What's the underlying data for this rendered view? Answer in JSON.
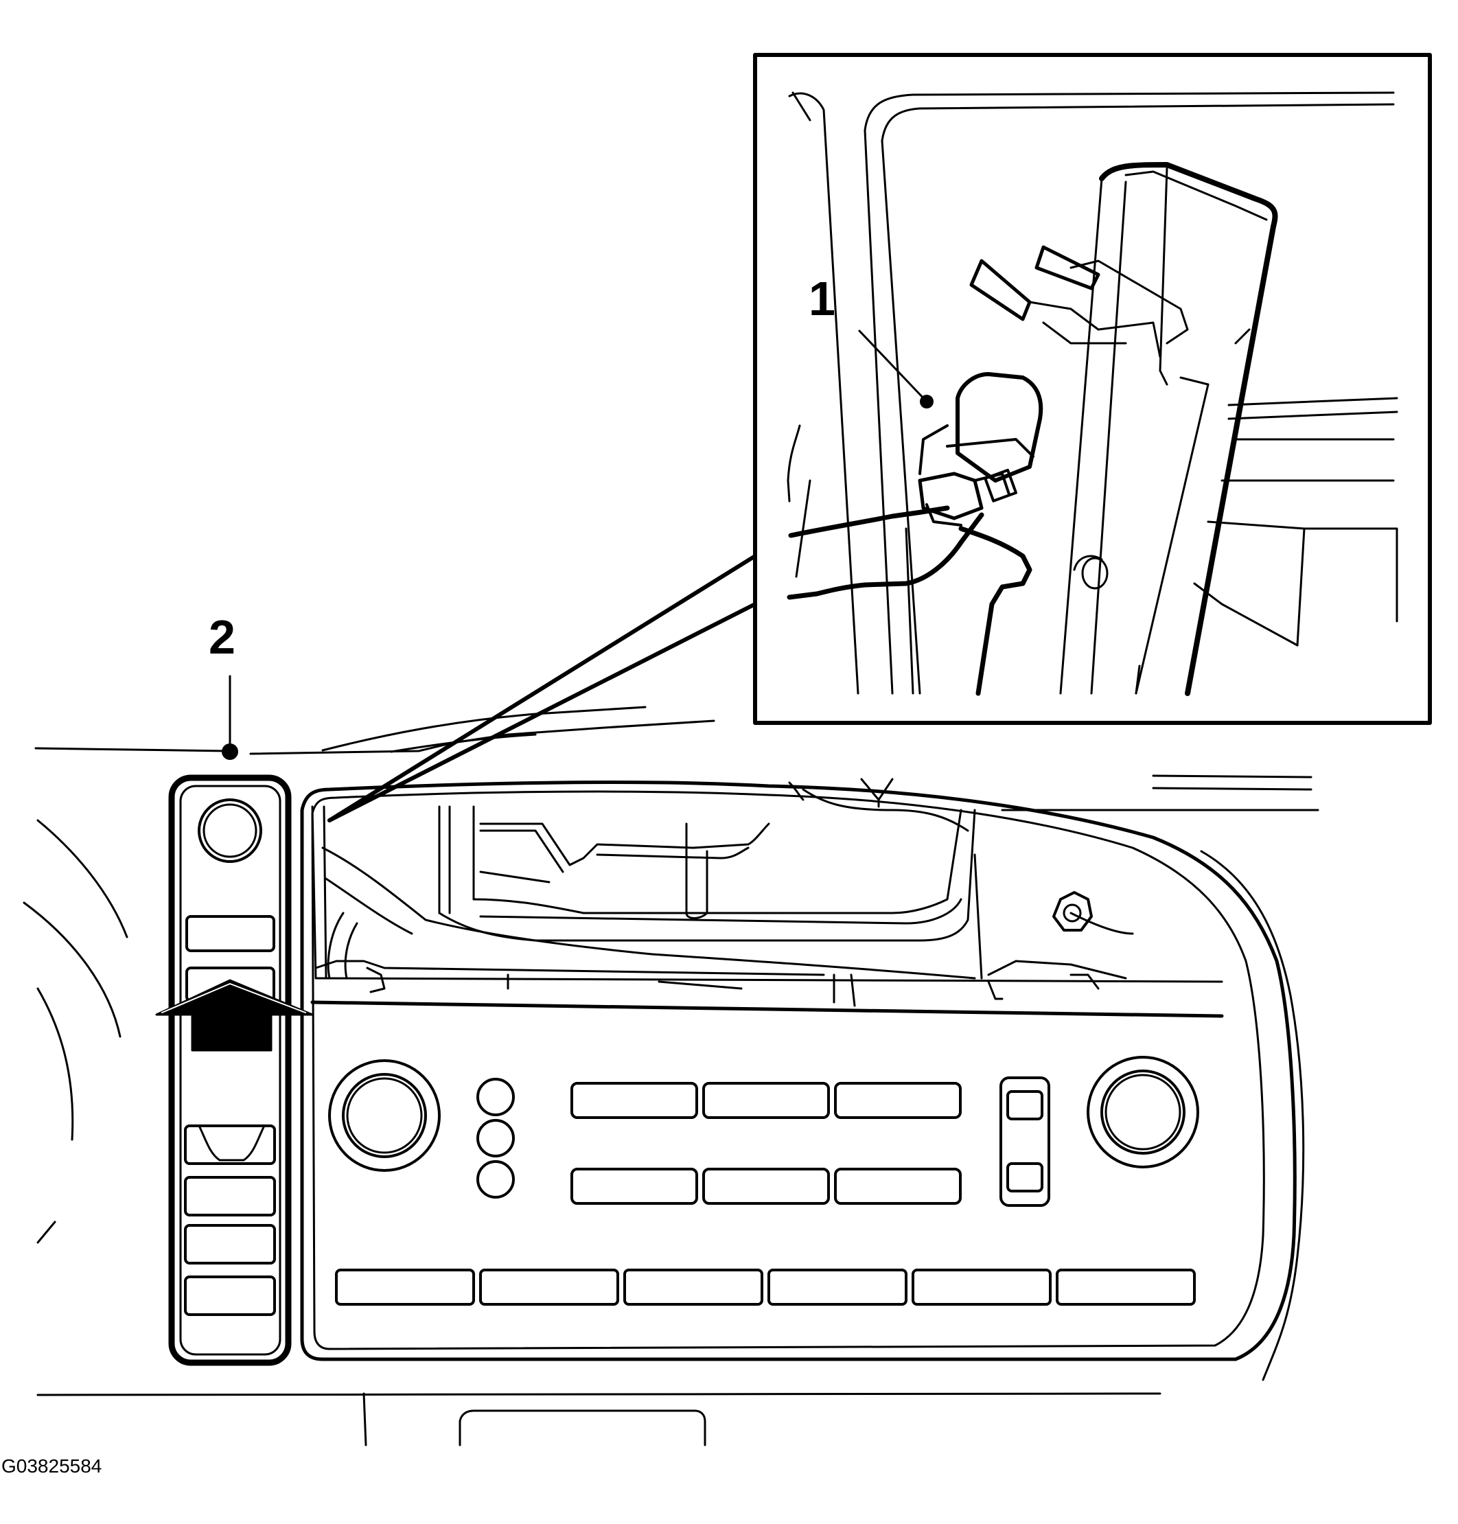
{
  "callouts": {
    "part_1": "1",
    "part_2": "2"
  },
  "figure_id": "G03825584",
  "colors": {
    "line": "#000000",
    "background": "#ffffff",
    "arrow_fill": "#000000"
  }
}
